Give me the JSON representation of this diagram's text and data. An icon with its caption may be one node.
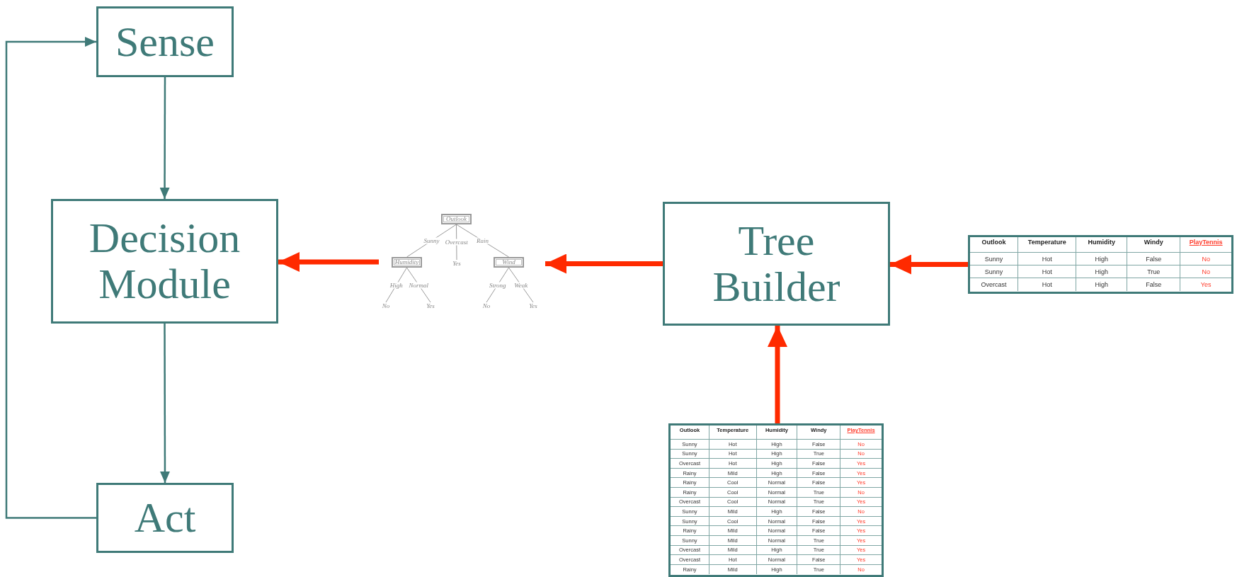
{
  "diagram": {
    "nodes": [
      {
        "text": [
          "Sense"
        ]
      },
      {
        "text": [
          "Decision Module"
        ]
      },
      {
        "text": [
          "Act"
        ]
      },
      {
        "text": [
          "Tree Builder"
        ]
      },
      {
        "text": [],
        "shape": "picture"
      },
      {
        "text": [
          "Outlook"
        ],
        "in": 4
      },
      {
        "text": [
          "Humidity"
        ],
        "in": 4
      },
      {
        "text": [
          "Yes"
        ],
        "in": 4
      },
      {
        "text": [
          "Wind"
        ],
        "in": 4
      },
      {
        "text": [
          "No"
        ],
        "in": 4
      },
      {
        "text": [
          "Yes"
        ],
        "in": 4
      },
      {
        "text": [
          "No"
        ],
        "in": 4
      },
      {
        "text": [
          "Yes"
        ],
        "in": 4
      },
      {
        "text": [
          "Outlook",
          "Temperature",
          "Humidity",
          "Windy",
          "PlayTennis",
          "Sunny",
          "Hot",
          "High",
          "False",
          "No",
          "Sunny",
          "Hot",
          "High",
          "True",
          "No",
          "Overcast",
          "Hot",
          "High",
          "False",
          "Yes"
        ]
      },
      {
        "text": [
          "Outlook",
          "Temperature",
          "Humidity",
          "Windy",
          "PlayTennis",
          "Sunny",
          "Hot",
          "High",
          "False",
          "No",
          "Sunny",
          "Hot",
          "High",
          "True",
          "No",
          "Overcast",
          "Hot",
          "High",
          "False",
          "Yes",
          "Rainy",
          "Mild",
          "High",
          "False",
          "Yes",
          "Rainy",
          "Cool",
          "Normal",
          "False",
          "Yes",
          "Rainy",
          "Cool",
          "Normal",
          "True",
          "No",
          "Overcast",
          "Cool",
          "Normal",
          "True",
          "Yes",
          "Sunny",
          "Mild",
          "High",
          "False",
          "No",
          "Sunny",
          "Cool",
          "Normal",
          "False",
          "Yes",
          "Rainy",
          "Mild",
          "Normal",
          "False",
          "Yes",
          "Sunny",
          "Mild",
          "Normal",
          "True",
          "Yes",
          "Overcast",
          "Mild",
          "High",
          "True",
          "Yes",
          "Overcast",
          "Hot",
          "Normal",
          "False",
          "Yes",
          "Rainy",
          "Mild",
          "High",
          "True",
          "No"
        ]
      }
    ],
    "edges": [
      {
        "from": 0,
        "to": 1,
        "arrow": "to",
        "color": "#3f7a78"
      },
      {
        "from": 1,
        "to": 2,
        "arrow": "to",
        "color": "#3f7a78"
      },
      {
        "from": 2,
        "to": 0,
        "arrow": "to",
        "color": "#3f7a78"
      },
      {
        "from": 4,
        "to": 1,
        "arrow": "to",
        "style": "thick",
        "color": "#ff2a00"
      },
      {
        "from": 3,
        "to": 4,
        "arrow": "to",
        "style": "thick",
        "color": "#ff2a00"
      },
      {
        "from": 13,
        "to": 3,
        "arrow": "to",
        "style": "thick",
        "color": "#ff2a00"
      },
      {
        "from": 14,
        "to": 3,
        "arrow": "to",
        "style": "thick",
        "color": "#ff2a00"
      },
      {
        "from": 5,
        "to": 6,
        "arrow": "none",
        "label": "Sunny"
      },
      {
        "from": 5,
        "to": 7,
        "arrow": "none",
        "label": "Overcast"
      },
      {
        "from": 5,
        "to": 8,
        "arrow": "none",
        "label": "Rain"
      },
      {
        "from": 6,
        "to": 9,
        "arrow": "none",
        "label": "High"
      },
      {
        "from": 6,
        "to": 10,
        "arrow": "none",
        "label": "Normal"
      },
      {
        "from": 8,
        "to": 11,
        "arrow": "none",
        "label": "Strong"
      },
      {
        "from": 8,
        "to": 12,
        "arrow": "none",
        "label": "Weak"
      }
    ]
  }
}
